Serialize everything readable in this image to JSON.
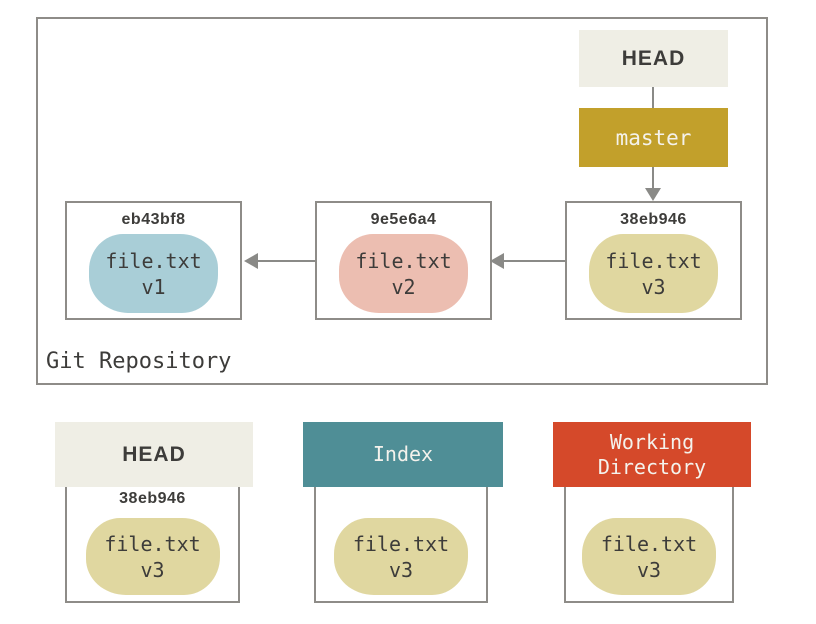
{
  "colors": {
    "canvas-bg": "#ffffff",
    "border-gray": "#8e8c88",
    "line-gray": "#8a8a87",
    "text-dark": "#3d3c3a",
    "text-light": "#f4f2ec",
    "cream": "#efeee5",
    "gold": "#c2a02b",
    "teal": "#4f8e96",
    "red": "#d5492a",
    "pill-blue": "#a9ced7",
    "pill-salmon": "#ecbeb1",
    "pill-khaki": "#e0d7a0"
  },
  "repository": {
    "label": "Git Repository",
    "head": {
      "label": "HEAD"
    },
    "branch": {
      "label": "master"
    },
    "commits": [
      {
        "hash": "eb43bf8",
        "file": "file.txt",
        "version": "v1"
      },
      {
        "hash": "9e5e6a4",
        "file": "file.txt",
        "version": "v2"
      },
      {
        "hash": "38eb946",
        "file": "file.txt",
        "version": "v3"
      }
    ]
  },
  "working_areas": [
    {
      "title": "HEAD",
      "hash": "38eb946",
      "file": "file.txt",
      "version": "v3"
    },
    {
      "title": "Index",
      "file": "file.txt",
      "version": "v3"
    },
    {
      "title": "Working Directory",
      "file": "file.txt",
      "version": "v3"
    }
  ]
}
